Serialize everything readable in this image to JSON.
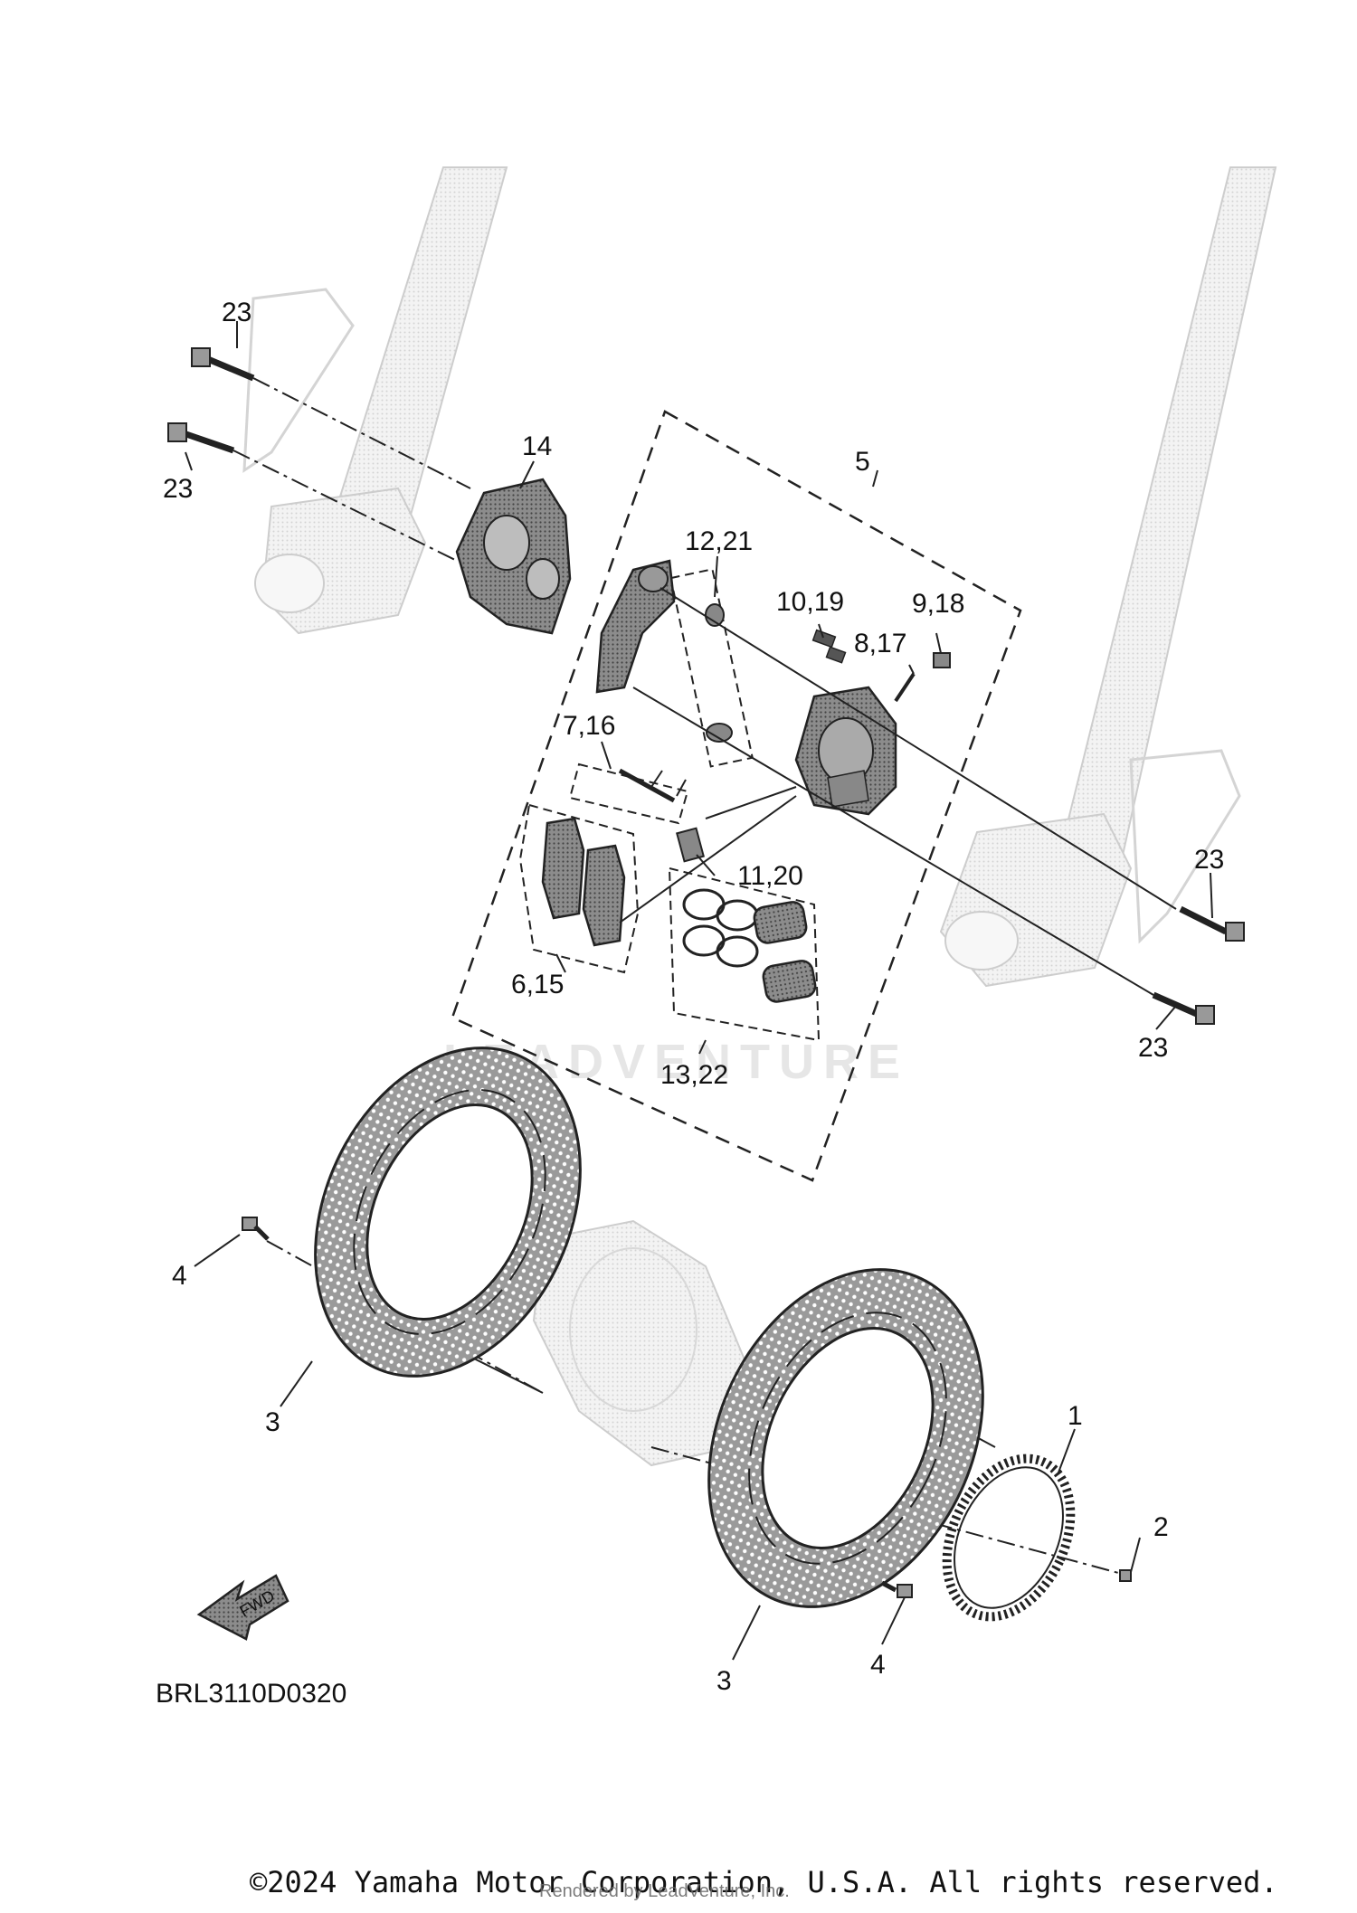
{
  "callouts": {
    "c1": "1",
    "c2": "2",
    "c3a": "3",
    "c3b": "3",
    "c4a": "4",
    "c4b": "4",
    "c5": "5",
    "c615": "6,15",
    "c716": "7,16",
    "c817": "8,17",
    "c918": "9,18",
    "c1019": "10,19",
    "c1120": "11,20",
    "c1221": "12,21",
    "c1322": "13,22",
    "c14": "14",
    "c23a": "23",
    "c23b": "23",
    "c23c": "23",
    "c23d": "23"
  },
  "diagram_code": "BRL3110D0320",
  "fwd_label": "FWD",
  "watermark": "LEADVENTURE",
  "copyright": "©2024 Yamaha Motor Corporation, U.S.A. All rights reserved.",
  "rendered_by": "Rendered by LeadVenture, Inc."
}
